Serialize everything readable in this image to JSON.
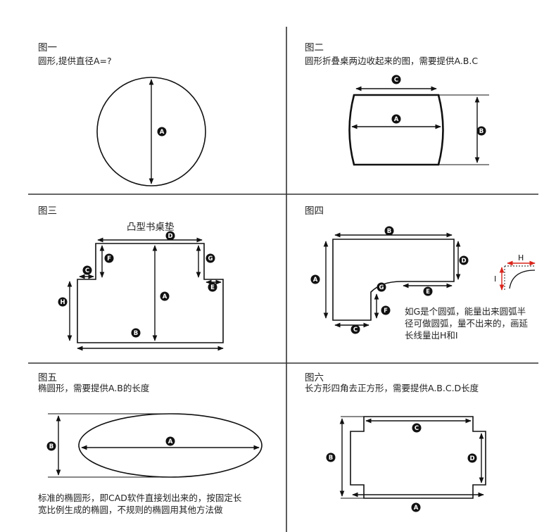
{
  "panels": [
    {
      "title": "图一",
      "desc": "圆形,提供直径A=?"
    },
    {
      "title": "图二",
      "desc": "圆形折叠桌两边收起来的图，需要提供A.B.C"
    },
    {
      "title": "图三",
      "desc": "凸型书桌垫"
    },
    {
      "title": "图四",
      "desc": "如G是个圆弧，能量出来圆弧半径可做圆弧，量不出来的，画延长线量出H和I",
      "desc_lines": [
        "如G是个圆弧，能量出来圆弧半",
        "径可做圆弧，量不出来的，画延",
        "长线量出H和I"
      ]
    },
    {
      "title": "图五",
      "desc": "椭圆形，需要提供A.B的长度",
      "note_lines": [
        "标准的椭圆形，即CAD软件直接划出来的，按固定长",
        "宽比例生成的椭圆，不规则的椭圆用其他方法做"
      ]
    },
    {
      "title": "图六",
      "desc": "长方形四角去正方形，需要提供A.B.C.D长度"
    }
  ],
  "labels": {
    "A": "A",
    "B": "B",
    "C": "C",
    "D": "D",
    "E": "E",
    "F": "F",
    "G": "G",
    "H": "H",
    "I": "I"
  },
  "colors": {
    "line": "#111111",
    "arc_marker": "#d9261c"
  }
}
